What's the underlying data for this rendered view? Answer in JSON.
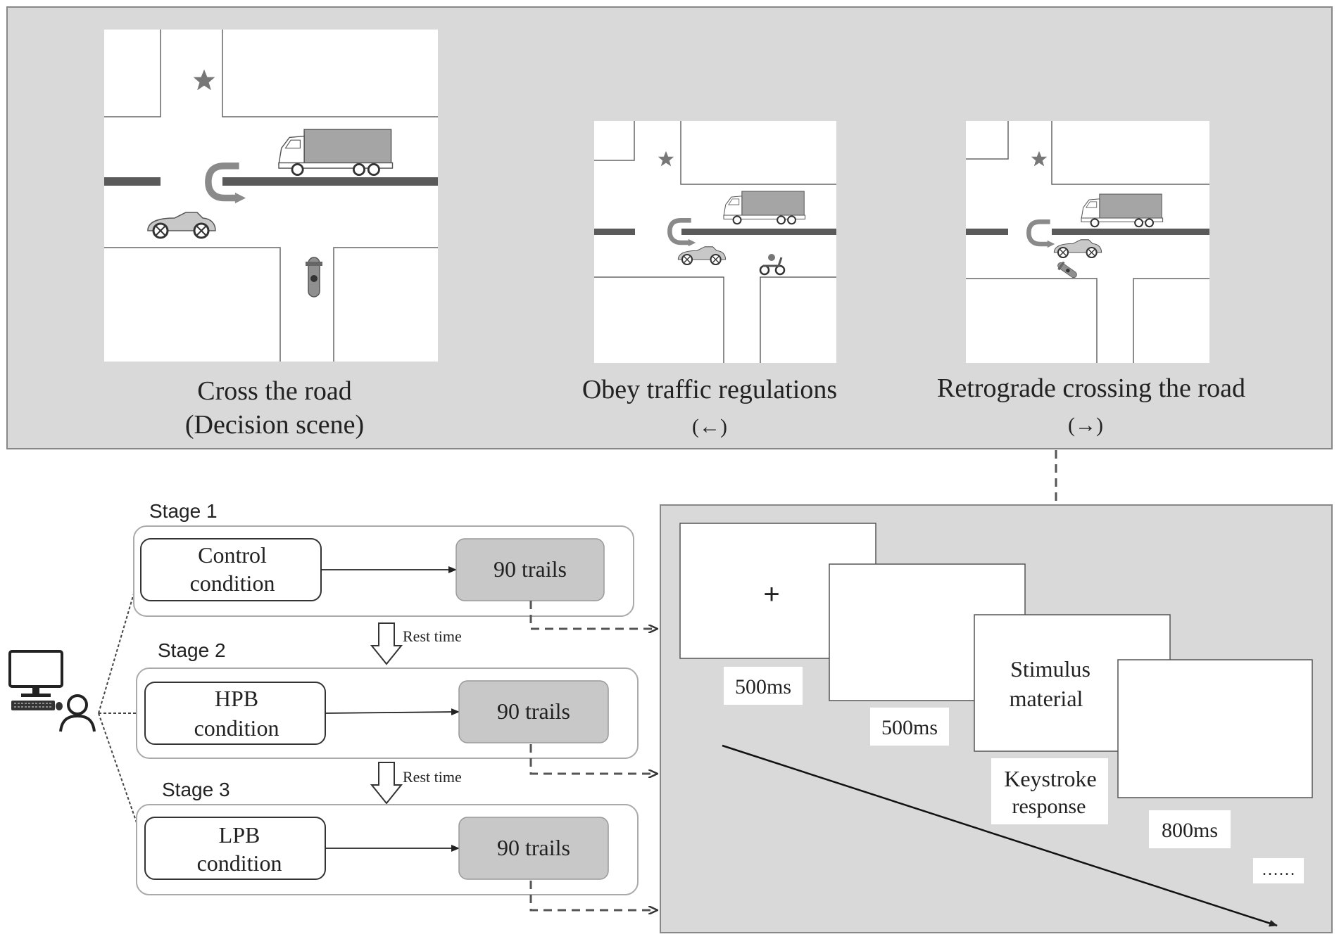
{
  "top_panel": {
    "scenes": [
      {
        "caption_line1": "Cross the road",
        "caption_line2": "(Decision scene)"
      },
      {
        "caption_line1": "Obey traffic regulations",
        "caption_line2": "(←)"
      },
      {
        "caption_line1": "Retrograde crossing the road",
        "caption_line2": "(→)"
      }
    ]
  },
  "stages": [
    {
      "title": "Stage 1",
      "condition_line1": "Control",
      "condition_line2": "condition",
      "trials": "90 trails"
    },
    {
      "title": "Stage 2",
      "condition_line1": "HPB",
      "condition_line2": "condition",
      "trials": "90 trails"
    },
    {
      "title": "Stage 3",
      "condition_line1": "LPB",
      "condition_line2": "condition",
      "trials": "90 trails"
    }
  ],
  "rest_label": "Rest time",
  "timeline": {
    "fixation_symbol": "+",
    "stimulus_line1": "Stimulus",
    "stimulus_line2": "material",
    "duration_fixation": "500ms",
    "duration_blank": "500ms",
    "response_line1": "Keystroke",
    "response_line2": "response",
    "duration_post": "800ms",
    "ellipsis": "……"
  },
  "colors": {
    "panel_gray": "#d9d9d9",
    "trial_box": "#c8c8c8",
    "road": "#5a5a5a",
    "ink": "#222222"
  }
}
